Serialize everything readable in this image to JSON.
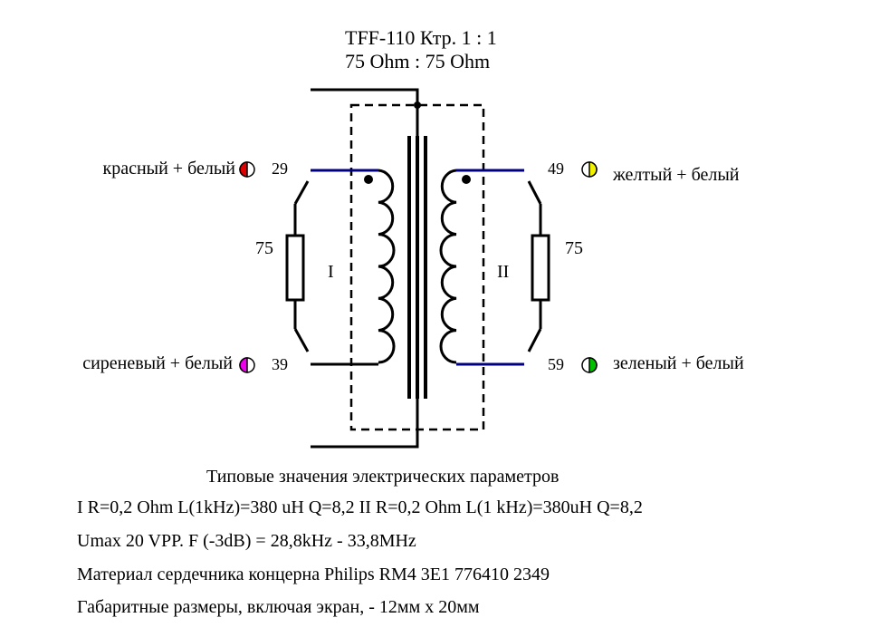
{
  "header": {
    "line1": "TFF-110  Ктр. 1 : 1",
    "line2": "75 Ohm : 75 Ohm"
  },
  "pins": {
    "p29": {
      "number": "29",
      "label": "красный + белый",
      "color": "#e00000"
    },
    "p39": {
      "number": "39",
      "label": "сиреневый + белый",
      "color": "#ee00ee"
    },
    "p49": {
      "number": "49",
      "label": "желтый + белый",
      "color": "#f2f200"
    },
    "p59": {
      "number": "59",
      "label": "зеленый + белый",
      "color": "#00c000"
    }
  },
  "resistors": {
    "left": "75",
    "right": "75"
  },
  "windings": {
    "primary": "I",
    "secondary": "II"
  },
  "colors": {
    "lead": "#000080",
    "wire": "#000000"
  },
  "params": {
    "title": "Типовые значения электрических параметров",
    "line1": "I R=0,2 Ohm  L(1kHz)=380 uH Q=8,2     II R=0,2 Ohm  L(1 kHz)=380uH Q=8,2",
    "line2": "Umax 20 VPP.    F (-3dB) = 28,8kHz - 33,8MHz",
    "line3": "Материал сердечника концерна Philips RM4 3E1 776410 2349",
    "line4": "Габаритные размеры, включая экран, - 12мм х 20мм"
  }
}
